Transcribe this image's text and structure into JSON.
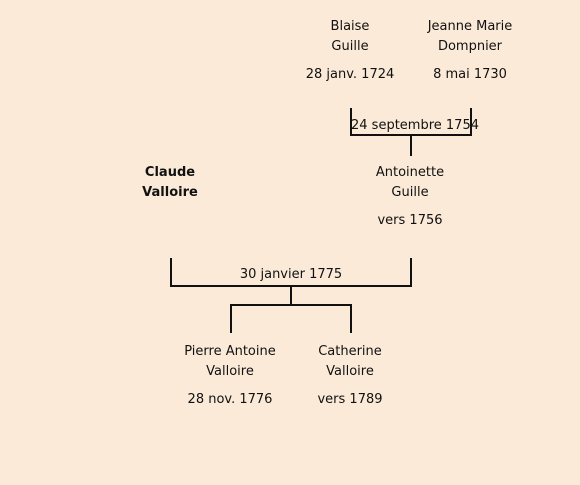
{
  "people": {
    "blaise": {
      "first": "Blaise",
      "last": "Guille",
      "date": "28 janv. 1724"
    },
    "jeanne": {
      "first": "Jeanne Marie",
      "last": "Dompnier",
      "date": "8 mai 1730"
    },
    "claude": {
      "first": "Claude",
      "last": "Valloire",
      "date": ""
    },
    "antoinette": {
      "first": "Antoinette",
      "last": "Guille",
      "date": "vers 1756"
    },
    "pierre": {
      "first": "Pierre Antoine",
      "last": "Valloire",
      "date": "28 nov. 1776"
    },
    "catherine": {
      "first": "Catherine",
      "last": "Valloire",
      "date": "vers 1789"
    }
  },
  "marriages": {
    "guille_dompnier": "24 septembre 1754",
    "valloire_guille": "30 janvier 1775"
  }
}
